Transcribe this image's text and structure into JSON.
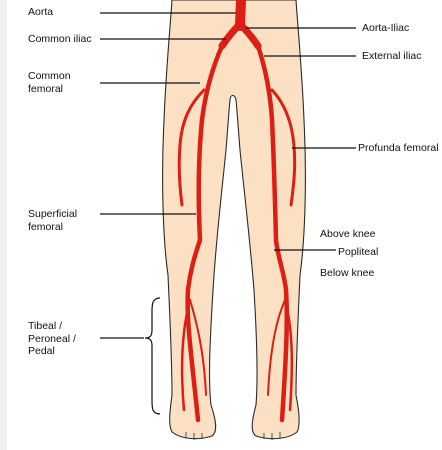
{
  "labels": {
    "aorta": "Aorta",
    "common_iliac": "Common iliac",
    "common_femoral": "Common\nfemoral",
    "superficial_femoral": "Superficial\nfemoral",
    "tibeal_peroneal_pedal": "Tibeal /\nPeroneal /\nPedal",
    "aorta_iliac": "Aorta-Iliac",
    "external_iliac": "External iliac",
    "profunda_femoral": "Profunda femoral",
    "above_knee": "Above knee",
    "popliteal": "Popliteal",
    "below_knee": "Below knee"
  },
  "colors": {
    "skin": "#fbe0c4",
    "outline": "#2a2a2a",
    "artery": "#dd1e14",
    "leader": "#111111"
  }
}
